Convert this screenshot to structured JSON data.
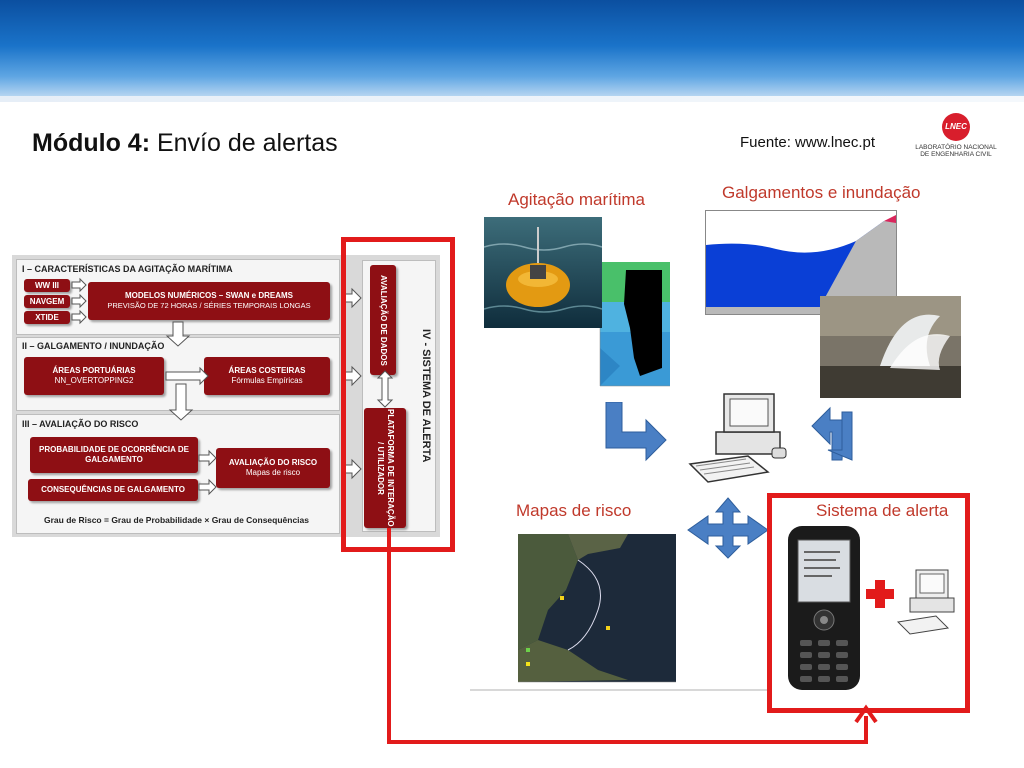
{
  "header": {
    "title_bold": "Módulo 4:",
    "title_rest": " Envío de alertas",
    "source": "Fuente: www.lnec.pt"
  },
  "logo": {
    "mark": "LNEC",
    "line1": "LABORATÓRIO NACIONAL",
    "line2": "DE ENGENHARIA CIVIL"
  },
  "flowchart": {
    "sec1_title": "I – CARACTERÍSTICAS DA AGITAÇÃO MARÍTIMA",
    "inputs": [
      "WW III",
      "NAVGEM",
      "XTIDE"
    ],
    "models_title": "MODELOS NUMÉRICOS – SWAN e DREAMS",
    "models_sub": "PREVISÃO DE 72 HORAS / SÉRIES TEMPORAIS LONGAS",
    "sec2_title": "II – GALGAMENTO / INUNDAÇÃO",
    "ports_title": "ÁREAS PORTUÁRIAS",
    "ports_sub": "NN_OVERTOPPING2",
    "coast_title": "ÁREAS COSTEIRAS",
    "coast_sub": "Fórmulas Empíricas",
    "sec3_title": "III – AVALIAÇÃO DO RISCO",
    "prob": "PROBABILIDADE DE OCORRÊNCIA DE GALGAMENTO",
    "cons": "CONSEQUÊNCIAS DE GALGAMENTO",
    "risk_title": "AVALIAÇÃO DO RISCO",
    "risk_sub": "Mapas de risco",
    "formula": "Grau de Risco = Grau de Probabilidade × Grau de Consequências",
    "sec4_title": "IV - SISTEMA DE ALERTA",
    "data_eval": "AVALIAÇÃO DE DADOS",
    "platform": "PLATAFORMA DE INTERAÇÃO / UTILIZADOR"
  },
  "captions": {
    "agitation": "Agitação marítima",
    "overtopping": "Galgamentos e inundação",
    "risk_maps": "Mapas de risco",
    "alert_system": "Sistema de alerta"
  },
  "colors": {
    "dark_red": "#8e0f14",
    "frame_red": "#e21b1b",
    "arrow_blue": "#4a7fc4",
    "caption_red": "#c0392b"
  }
}
